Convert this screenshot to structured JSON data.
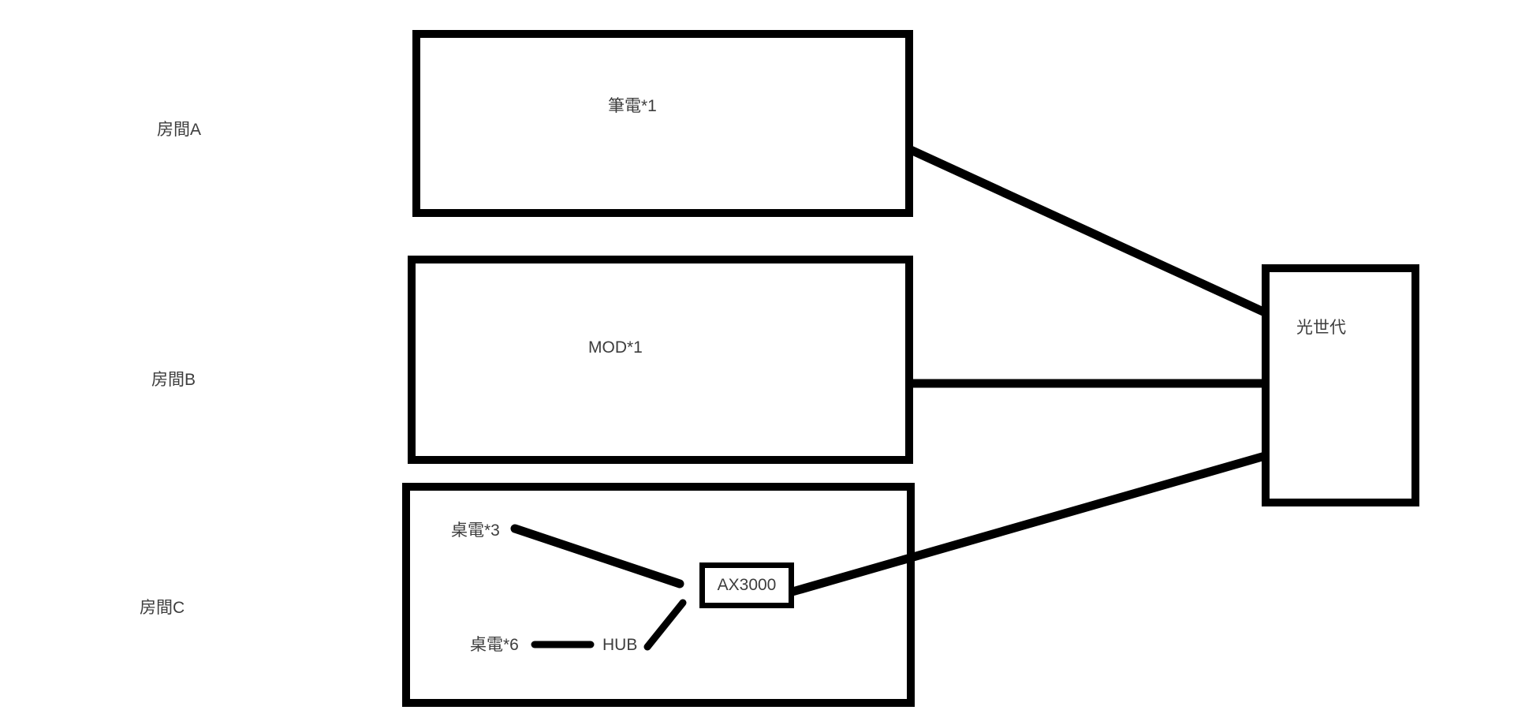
{
  "colors": {
    "background": "#ffffff",
    "line": "#000000",
    "text": "#3d3d3d"
  },
  "room_labels": {
    "a": "房間A",
    "b": "房間B",
    "c": "房間C"
  },
  "devices": {
    "laptop": "筆電*1",
    "mod": "MOD*1",
    "desktop3": "桌電*3",
    "desktop6": "桌電*6",
    "hub": "HUB",
    "router": "AX3000",
    "fiber": "光世代"
  },
  "connections": [
    {
      "from": "筆電*1",
      "to": "光世代"
    },
    {
      "from": "MOD*1",
      "to": "光世代"
    },
    {
      "from": "AX3000",
      "to": "光世代"
    },
    {
      "from": "桌電*3",
      "to": "AX3000"
    },
    {
      "from": "桌電*6",
      "to": "HUB"
    },
    {
      "from": "HUB",
      "to": "AX3000"
    }
  ]
}
